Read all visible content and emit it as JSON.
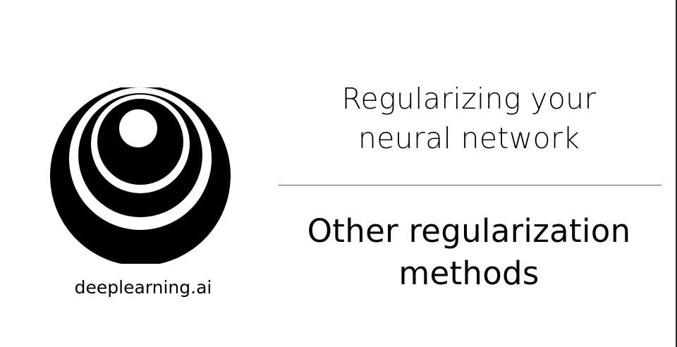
{
  "slide": {
    "title_lines": [
      "Regularizing your",
      "neural network"
    ],
    "subtitle_lines": [
      "Other regularization",
      "methods"
    ],
    "brand": "deeplearning.ai"
  },
  "colors": {
    "background": "#ffffff",
    "logo": "#000000",
    "text": "#000000",
    "divider": "#5a5a5a"
  },
  "icons": {
    "logo": "concentric-circles-logo"
  }
}
